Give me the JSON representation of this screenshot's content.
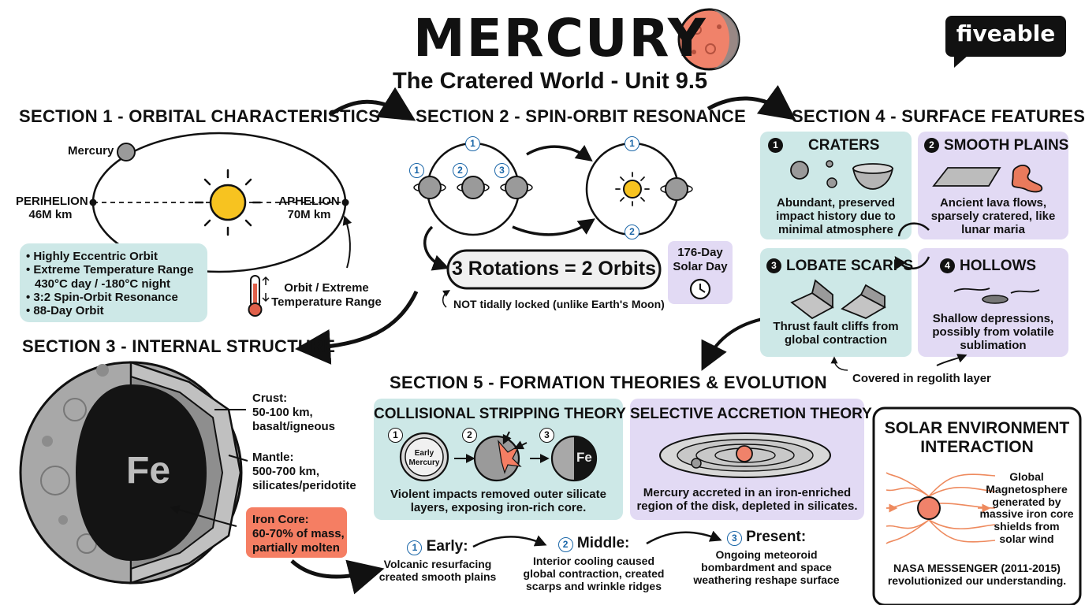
{
  "header": {
    "title": "MERCURY",
    "subtitle": "The Cratered World - Unit 9.5",
    "brand": "fiveable"
  },
  "section1": {
    "heading": "SECTION 1 - ORBITAL CHARACTERISTICS",
    "mercury_label": "Mercury",
    "perihelion_label": "PERIHELION",
    "perihelion_value": "46M km",
    "aphelion_label": "APHELION",
    "aphelion_value": "70M km",
    "bullets": [
      "• Highly Eccentric Orbit",
      "• Extreme Temperature Range",
      "430°C day / -180°C night",
      "• 3:2 Spin-Orbit Resonance",
      "• 88-Day Orbit"
    ],
    "orbit_note_line1": "Orbit / Extreme",
    "orbit_note_line2": "Temperature Range"
  },
  "section2": {
    "heading": "SECTION 2 - SPIN-ORBIT RESONANCE",
    "numbers": [
      "1",
      "2",
      "3"
    ],
    "equation": "3 Rotations = 2 Orbits",
    "note": "NOT tidally locked (unlike Earth's Moon)",
    "solar_day_line1": "176-Day",
    "solar_day_line2": "Solar Day"
  },
  "section3": {
    "heading": "SECTION 3 - INTERNAL STRUCTURE",
    "core_symbol": "Fe",
    "crust_line1": "Crust:",
    "crust_line2": "50-100 km,",
    "crust_line3": "basalt/igneous",
    "mantle_line1": "Mantle:",
    "mantle_line2": "500-700 km,",
    "mantle_line3": "silicates/peridotite",
    "core_line1": "Iron Core:",
    "core_line2": "60-70% of mass,",
    "core_line3": "partially molten"
  },
  "section4": {
    "heading": "SECTION 4 - SURFACE FEATURES",
    "craters": {
      "num": "1",
      "title": "CRATERS",
      "text": [
        "Abundant, preserved",
        "impact history due to",
        "minimal atmosphere"
      ]
    },
    "plains": {
      "num": "2",
      "title": "SMOOTH PLAINS",
      "text": [
        "Ancient lava flows,",
        "sparsely cratered, like",
        "lunar maria"
      ]
    },
    "scarps": {
      "num": "3",
      "title": "LOBATE SCARPS",
      "text": [
        "Thrust fault cliffs from",
        "global contraction"
      ]
    },
    "hollows": {
      "num": "4",
      "title": "HOLLOWS",
      "text": [
        "Shallow depressions,",
        "possibly from volatile",
        "sublimation"
      ]
    },
    "regolith_note": "Covered in regolith layer"
  },
  "section5": {
    "heading": "SECTION 5 - FORMATION THEORIES & EVOLUTION",
    "collisional": {
      "title": "COLLISIONAL STRIPPING THEORY",
      "early_line1": "Early",
      "early_line2": "Mercury",
      "core_symbol": "Fe",
      "text": [
        "Violent impacts removed outer silicate",
        "layers, exposing iron-rich core."
      ]
    },
    "selective": {
      "title": "SELECTIVE ACCRETION THEORY",
      "text": [
        "Mercury accreted in an iron-enriched",
        "region of the disk, depleted in silicates."
      ]
    },
    "timeline": [
      {
        "num": "1",
        "title": "Early:",
        "text": [
          "Volcanic resurfacing",
          "created smooth plains"
        ]
      },
      {
        "num": "2",
        "title": "Middle:",
        "text": [
          "Interior cooling caused",
          "global contraction, created",
          "scarps and wrinkle ridges"
        ]
      },
      {
        "num": "3",
        "title": "Present:",
        "text": [
          "Ongoing meteoroid",
          "bombardment and space",
          "weathering reshape surface"
        ]
      }
    ]
  },
  "solar": {
    "title_line1": "SOLAR ENVIRONMENT",
    "title_line2": "INTERACTION",
    "text": [
      "Global",
      "Magnetosphere",
      "generated by",
      "massive iron core",
      "shields from",
      "solar wind"
    ],
    "messenger_line1": "NASA MESSENGER (2011-2015)",
    "messenger_line2": "revolutionized our understanding."
  },
  "colors": {
    "teal_box": "#cde8e7",
    "lavender_box": "#e2daf4",
    "core_box": "#f57e63",
    "sun": "#f7c320",
    "planet_gray": "#9a9a9a",
    "magnetic_field": "#ee8a5e",
    "mercury_icon": "#f0826a"
  }
}
